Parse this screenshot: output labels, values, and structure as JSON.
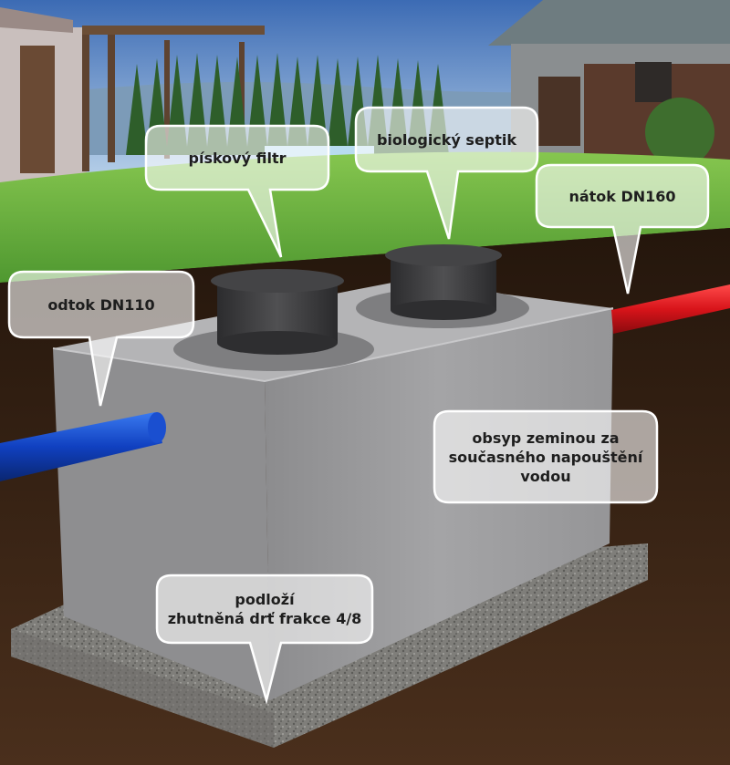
{
  "labels": {
    "sand_filter": "pískový filtr",
    "bio_septic": "biologický septik",
    "inlet": "nátok DN160",
    "outlet": "odtok DN110",
    "backfill": "obsyp zeminou za\nsoučasného napouštění\nvodou",
    "subbase": "podloží\nzhutněná drť frakce 4/8"
  },
  "colors": {
    "inlet_pipe": "#d8141a",
    "outlet_pipe": "#1040c0",
    "tank": "#9a9a9c",
    "grass": "#6fb440",
    "soil": "#3a2516",
    "sky": "#4e7ec4"
  }
}
